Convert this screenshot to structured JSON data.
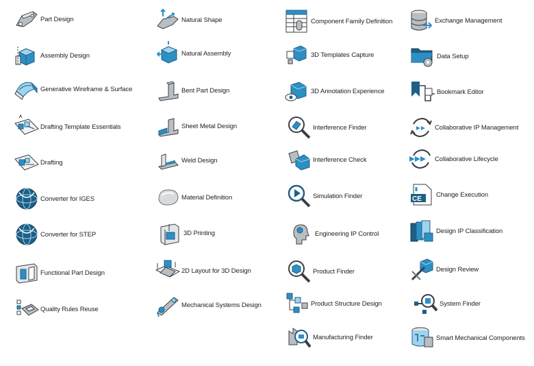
{
  "colors": {
    "icon_dark": "#1f5f86",
    "icon_blue": "#2d8fc4",
    "icon_light": "#9fd4ef",
    "icon_gray": "#b9bec3",
    "icon_outline": "#3a3f44",
    "label_text": "#222222"
  },
  "apps": [
    {
      "label": "Part Design",
      "icon": "part-design-icon"
    },
    {
      "label": "Assembly Design",
      "icon": "assembly-design-icon"
    },
    {
      "label": "Generative Wireframe & Surface",
      "icon": "wireframe-surface-icon"
    },
    {
      "label": "Drafting Template Essentials",
      "icon": "drafting-template-icon"
    },
    {
      "label": "Drafting",
      "icon": "drafting-icon"
    },
    {
      "label": "Converter for IGES",
      "icon": "globe-converter-icon"
    },
    {
      "label": "Converter for STEP",
      "icon": "globe-converter-icon"
    },
    {
      "label": "Functional Part Design",
      "icon": "functional-part-icon"
    },
    {
      "label": "Quality Rules Reuse",
      "icon": "quality-rules-icon"
    },
    {
      "label": "Natural Shape",
      "icon": "natural-shape-icon"
    },
    {
      "label": "Natural Assembly",
      "icon": "natural-assembly-icon"
    },
    {
      "label": "Bent Part Design",
      "icon": "bent-part-icon"
    },
    {
      "label": "Sheet Metal Design",
      "icon": "sheet-metal-icon"
    },
    {
      "label": "Weld Design",
      "icon": "weld-design-icon"
    },
    {
      "label": "Material Definition",
      "icon": "material-definition-icon"
    },
    {
      "label": "3D Printing",
      "icon": "printer-3d-icon"
    },
    {
      "label": "2D Layout for 3D Design",
      "icon": "layout-2d-icon"
    },
    {
      "label": "Mechanical Systems Design",
      "icon": "mechanical-systems-icon"
    },
    {
      "label": "Component Family Definition",
      "icon": "component-family-icon"
    },
    {
      "label": "3D Templates Capture",
      "icon": "templates-capture-icon"
    },
    {
      "label": "3D Annotation Experience",
      "icon": "annotation-icon"
    },
    {
      "label": "Interference Finder",
      "icon": "interference-finder-icon"
    },
    {
      "label": "Interference Check",
      "icon": "interference-check-icon"
    },
    {
      "label": "Simulation Finder",
      "icon": "simulation-finder-icon"
    },
    {
      "label": "Engineering IP Control",
      "icon": "engineering-ip-icon"
    },
    {
      "label": "Product Finder",
      "icon": "product-finder-icon"
    },
    {
      "label": "Product Structure Design",
      "icon": "product-structure-icon"
    },
    {
      "label": "Manufacturing Finder",
      "icon": "manufacturing-finder-icon"
    },
    {
      "label": "Exchange Management",
      "icon": "database-icon"
    },
    {
      "label": "Data Setup",
      "icon": "folder-gear-icon"
    },
    {
      "label": "Bookmark Editor",
      "icon": "bookmark-icon"
    },
    {
      "label": "Collaborative IP Management",
      "icon": "sync-arrows-icon"
    },
    {
      "label": "Collaborative Lifecycle",
      "icon": "lifecycle-icon"
    },
    {
      "label": "Change Execution",
      "icon": "change-execution-icon"
    },
    {
      "label": "Design IP Classification",
      "icon": "classification-icon"
    },
    {
      "label": "Design Review",
      "icon": "design-review-icon"
    },
    {
      "label": "System Finder",
      "icon": "system-finder-icon"
    },
    {
      "label": "Smart Mechanical Components",
      "icon": "smart-components-icon"
    }
  ]
}
